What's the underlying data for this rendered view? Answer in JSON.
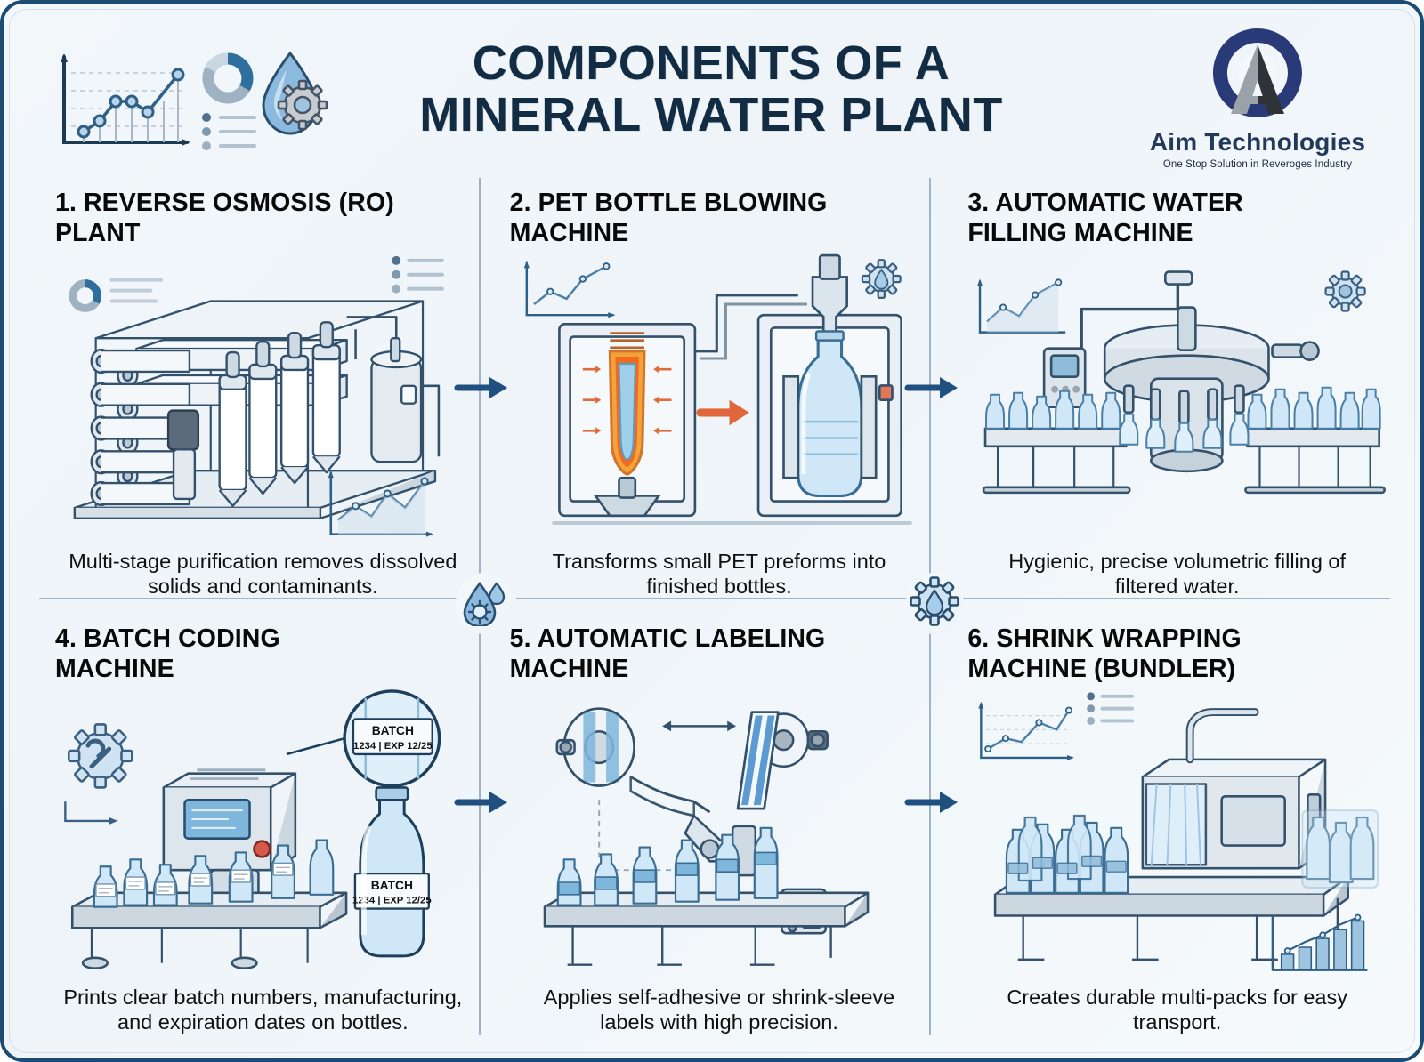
{
  "poster": {
    "title_lines": [
      "COMPONENTS OF A",
      "MINERAL WATER PLANT"
    ],
    "border_color": "#1c4b73",
    "accent_color": "#1f5080",
    "heading_color": "#090909",
    "machine_blue": "#7fb0d6"
  },
  "logo": {
    "name": "Aim Technologies",
    "tagline": "One Stop Solution in Reveroges Industry"
  },
  "panels": [
    {
      "number": "1.",
      "heading": "1. REVERSE OSMOSIS (RO)\nPLANT",
      "caption": "Multi-stage purification removes dissolved solids and contaminants."
    },
    {
      "number": "2.",
      "heading": "2. PET BOTTLE BLOWING\nMACHINE",
      "caption": "Transforms small PET preforms into finished bottles."
    },
    {
      "number": "3.",
      "heading": "3. AUTOMATIC WATER\nFILLING MACHINE",
      "caption": "Hygienic, precise volumetric filling of filtered water."
    },
    {
      "number": "4.",
      "heading": "4. BATCH CODING\nMACHINE",
      "caption": "Prints clear batch numbers, manufacturing, and expiration dates on bottles."
    },
    {
      "number": "5.",
      "heading": "5. AUTOMATIC LABELING\nMACHINE",
      "caption": "Applies self-adhesive or shrink-sleeve labels with high precision."
    },
    {
      "number": "6.",
      "heading": "6. SHRINK WRAPPING\nMACHINE (BUNDLER)",
      "caption": "Creates durable multi-packs for easy transport."
    }
  ],
  "labels": {
    "batch_title": "BATCH",
    "batch_detail": "1234 | EXP 12/25"
  },
  "icons": {
    "top_left": [
      "line-chart-icon",
      "donut-chart-icon",
      "list-icon",
      "water-drop-gear-icon"
    ],
    "dividers": [
      "water-drop-gear-icon",
      "gear-water-drop-icon"
    ],
    "arrows": [
      "arrow-right-icon",
      "arrow-right-icon",
      "arrow-right-icon",
      "arrow-right-icon"
    ]
  }
}
